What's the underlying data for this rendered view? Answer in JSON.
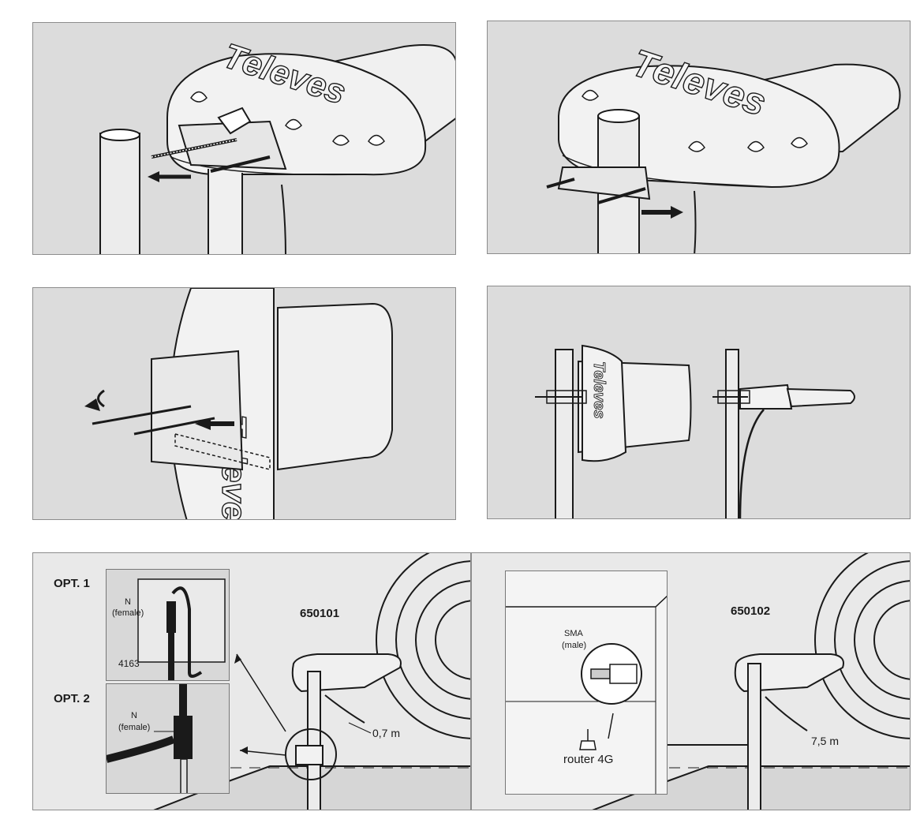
{
  "brand": "Televes",
  "panels": {
    "bottom_left": {
      "model": "650101",
      "opt1": "OPT. 1",
      "opt2": "OPT. 2",
      "connector_n": "N",
      "connector_gender": "(female)",
      "part_number": "4163",
      "cable_length": "0,7 m"
    },
    "bottom_right": {
      "model": "650102",
      "connector_sma": "SMA",
      "connector_gender": "(male)",
      "router": "router 4G",
      "cable_length": "7,5 m"
    }
  },
  "colors": {
    "panel_bg": "#dcdcdc",
    "line": "#1a1a1a",
    "antenna_fill": "#f0f0f0"
  }
}
